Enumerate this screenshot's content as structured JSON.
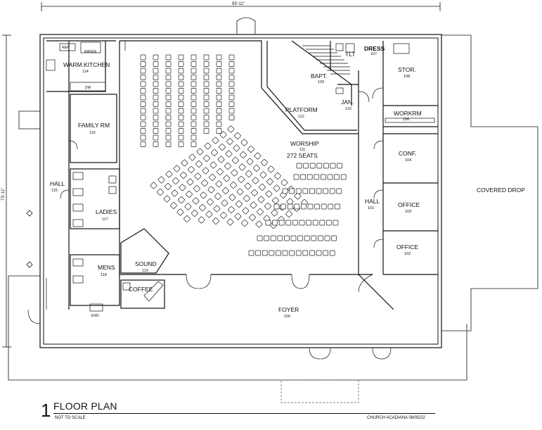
{
  "dimensions": {
    "width": "93'-11\"",
    "depth": "73'-11\""
  },
  "rooms": {
    "warming_kitchen": {
      "name": "WARM.KITCHEN",
      "number": "114"
    },
    "family_room": {
      "name": "FAMILY RM",
      "number": "116"
    },
    "hall_west": {
      "name": "HALL",
      "number": "115"
    },
    "ladies": {
      "name": "LADIES",
      "number": "117"
    },
    "mens": {
      "name": "MENS",
      "number": "118"
    },
    "sound": {
      "name": "SOUND",
      "number": "113"
    },
    "coffee": {
      "name": "COFFEE",
      "number": ""
    },
    "foyer": {
      "name": "FOYER",
      "number": "100"
    },
    "platform": {
      "name": "PLATFORM",
      "number": "112"
    },
    "worship": {
      "name": "WORSHIP",
      "number": "111",
      "seats": "272 SEATS"
    },
    "baptistry": {
      "name": "BAPT.",
      "number": "109"
    },
    "janitor": {
      "name": "JAN.",
      "number": "110"
    },
    "toilet": {
      "name": "TLT",
      "number": ""
    },
    "dressing": {
      "name": "DRESS",
      "number": "107"
    },
    "storage": {
      "name": "STOR.",
      "number": "108"
    },
    "workroom": {
      "name": "WORKRM",
      "number": "106"
    },
    "conference": {
      "name": "CONF.",
      "number": "104"
    },
    "hall_east": {
      "name": "HALL",
      "number": "101"
    },
    "office_1": {
      "name": "OFFICE",
      "number": "103"
    },
    "office_2": {
      "name": "OFFICE",
      "number": "102"
    },
    "covered_drop": {
      "name": "COVERED DROP"
    }
  },
  "fixtures": {
    "ref": "REF",
    "range": "RANGE",
    "dw": "DW",
    "ewc": "EWC"
  },
  "title_block": {
    "sheet_number": "1",
    "title": "FLOOR PLAN",
    "scale_note": "NOT TO SCALE",
    "project_date": "CHURCH ACADIANA   08/05/22"
  }
}
